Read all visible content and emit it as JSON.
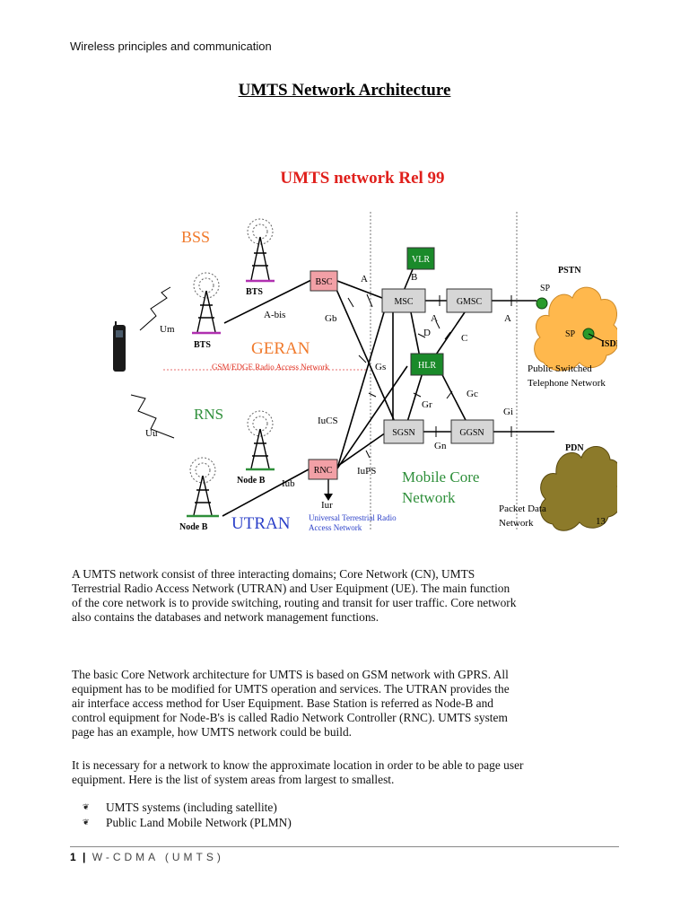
{
  "header": {
    "text": "Wireless principles and communication"
  },
  "title": "UMTS Network Architecture",
  "diagram": {
    "heading": "UMTS network Rel 99",
    "labels": {
      "bss": "BSS",
      "geran": "GERAN",
      "geran_sub": "GSM/EDGE Radio Access Network",
      "rns": "RNS",
      "utran": "UTRAN",
      "utran_sub1": "Universal Terrestrial Radio",
      "utran_sub2": "Access Network",
      "mcn1": "Mobile Core",
      "mcn2": "Network",
      "pstn_desc1": "Public Switched",
      "pstn_desc2": "Telephone Network",
      "pdn_desc1": "Packet Data",
      "pdn_desc2": "Network",
      "slide_num": "13"
    },
    "nodes": {
      "bts1": "BTS",
      "bts2": "BTS",
      "nodeb1": "Node B",
      "nodeb2": "Node B",
      "bsc": "BSC",
      "rnc": "RNC",
      "msc": "MSC",
      "gmsc": "GMSC",
      "vlr": "VLR",
      "hlr": "HLR",
      "sgsn": "SGSN",
      "ggsn": "GGSN",
      "pstn": "PSTN",
      "isdn": "ISDN",
      "pdn": "PDN",
      "sp1": "SP",
      "sp2": "SP"
    },
    "interfaces": {
      "um": "Um",
      "uu": "Uu",
      "abis": "A-bis",
      "a1": "A",
      "a2": "A",
      "a3": "A",
      "b": "B",
      "gb": "Gb",
      "gs": "Gs",
      "d": "D",
      "c": "C",
      "gr": "Gr",
      "gc": "Gc",
      "gi": "Gi",
      "gn": "Gn",
      "iucs": "IuCS",
      "iups": "IuPS",
      "iub": "Iub",
      "iur": "Iur"
    },
    "colors": {
      "heading": "#e0201c",
      "bss": "#f07a2c",
      "geran": "#f07a2c",
      "geran_sub": "#e03020",
      "rns": "#2e8f3a",
      "utran": "#2a3fc8",
      "utran_sub": "#2a3fc8",
      "mcn": "#2e8f3a",
      "controller_fill": "#f2a0a6",
      "switch_fill": "#d6d6d6",
      "db_fill": "#1a8a2a",
      "pstn_fill": "#ffb84d",
      "pdn_fill": "#8c7a2a"
    }
  },
  "paragraphs": {
    "p1": [
      "A UMTS network consist of three interacting domains; Core Network (CN), UMTS",
      "Terrestrial Radio Access Network (UTRAN) and User Equipment (UE). The main function",
      "of the core network is to provide switching, routing and transit for user traffic. Core network",
      "also contains the databases and network management functions."
    ],
    "p2": [
      "The basic Core Network architecture for UMTS is based on GSM network with GPRS. All",
      "equipment has to be modified for UMTS operation and services. The UTRAN provides the",
      "air interface access method for User Equipment. Base Station is referred as Node-B and",
      "control equipment for Node-B's is called Radio Network Controller (RNC). UMTS system",
      "page has an example, how UMTS network could be build."
    ],
    "p3": [
      "It is necessary for a network to know the approximate location in order to be able to page user",
      "equipment. Here is the list of system areas from largest to smallest."
    ]
  },
  "bullets": [
    "UMTS systems (including satellite)",
    "Public Land Mobile Network (PLMN)"
  ],
  "footer": {
    "page_number": "1",
    "separator": "|",
    "text": "W-CDMA (UMTS)"
  }
}
